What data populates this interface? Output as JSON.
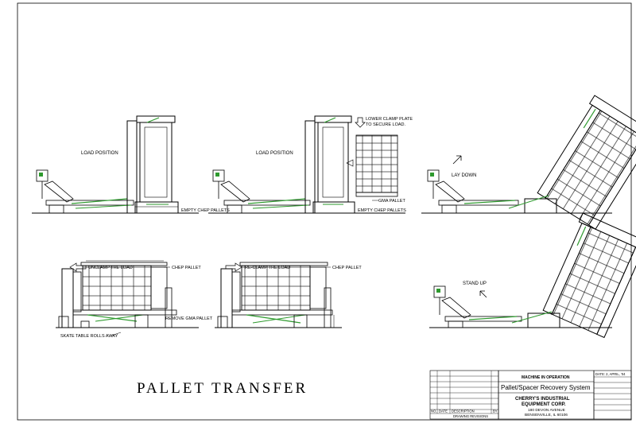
{
  "drawing_title": "PALLET TRANSFER",
  "panels": {
    "p1": {
      "caption": "LOAD POSITION",
      "note": "EMPTY CHEP PALLETS"
    },
    "p2": {
      "caption": "LOAD POSITION",
      "note_clamp": [
        "LOWER CLAMP PLATE",
        "TO SECURE LOAD."
      ],
      "note_gma": "GMA PALLET",
      "note_empty": "EMPTY CHEP PALLETS"
    },
    "p3": {
      "caption": "LAY DOWN"
    },
    "p4": {
      "unclamp": "UNCLAMP THE LOAD",
      "chep": "CHEP PALLET",
      "remove": "REMOVE GMA PALLET",
      "skate": "SKATE TABLE ROLLS AWAY"
    },
    "p5": {
      "reclamp": "RE-CLAMP THE LOAD",
      "chep": "CHEP PALLET"
    },
    "p6": {
      "caption": "STAND UP"
    }
  },
  "title_block": {
    "machine": "MACHINE IN OPERATION",
    "system": "Pallet/Spacer Recovery System",
    "company_1": "CHERRY'S INDUSTRIAL",
    "company_2": "EQUIPMENT CORP.",
    "street": "180 DEVON AVENUE",
    "city": "BENSENVILLE, IL  60106",
    "date": "DATE: 2, APRIL, '04",
    "rev_no": "NO.",
    "rev_date": "DATE",
    "rev_desc": "DESCRIPTION",
    "rev_by": "BY",
    "rev_title": "DRAWING REVISIONS"
  },
  "colors": {
    "line": "#000000",
    "green": "#2e9a2e"
  }
}
